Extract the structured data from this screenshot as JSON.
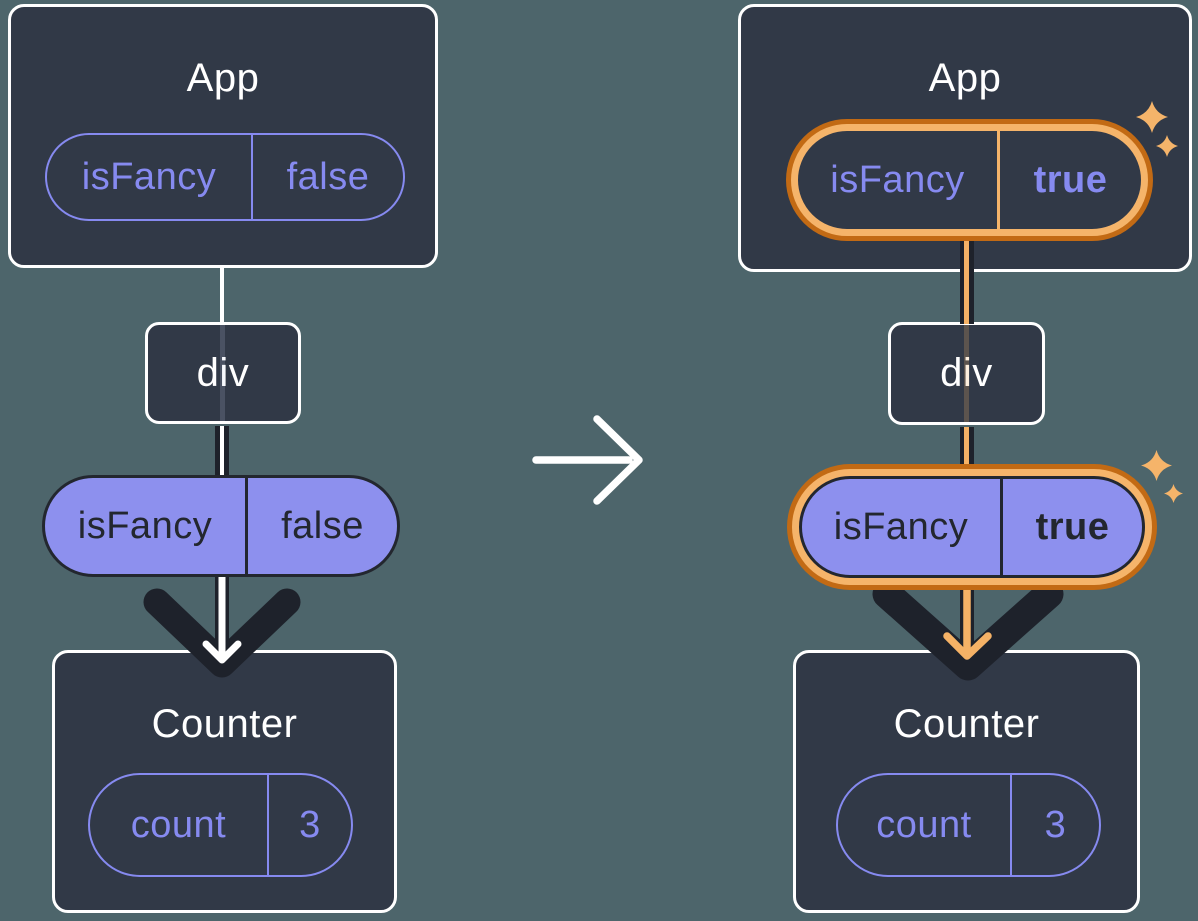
{
  "colors": {
    "bg": "#4D656B",
    "card": "#313947",
    "white": "#FFFFFF",
    "purple": "#868AF0",
    "pill": "#8D90EE",
    "ink": "#23272F",
    "black": "#1E222B",
    "orange_dark": "#C26A14",
    "orange_light": "#F5B46A",
    "orange_arrow": "#F5B266"
  },
  "panels": {
    "before": {
      "app": {
        "title": "App",
        "prop_name": "isFancy",
        "prop_value": "false"
      },
      "div_node": {
        "label": "div"
      },
      "passed_prop": {
        "name": "isFancy",
        "value": "false"
      },
      "counter": {
        "title": "Counter",
        "state_name": "count",
        "state_value": "3"
      }
    },
    "after": {
      "app": {
        "title": "App",
        "prop_name": "isFancy",
        "prop_value": "true"
      },
      "div_node": {
        "label": "div"
      },
      "passed_prop": {
        "name": "isFancy",
        "value": "true"
      },
      "counter": {
        "title": "Counter",
        "state_name": "count",
        "state_value": "3"
      }
    }
  }
}
